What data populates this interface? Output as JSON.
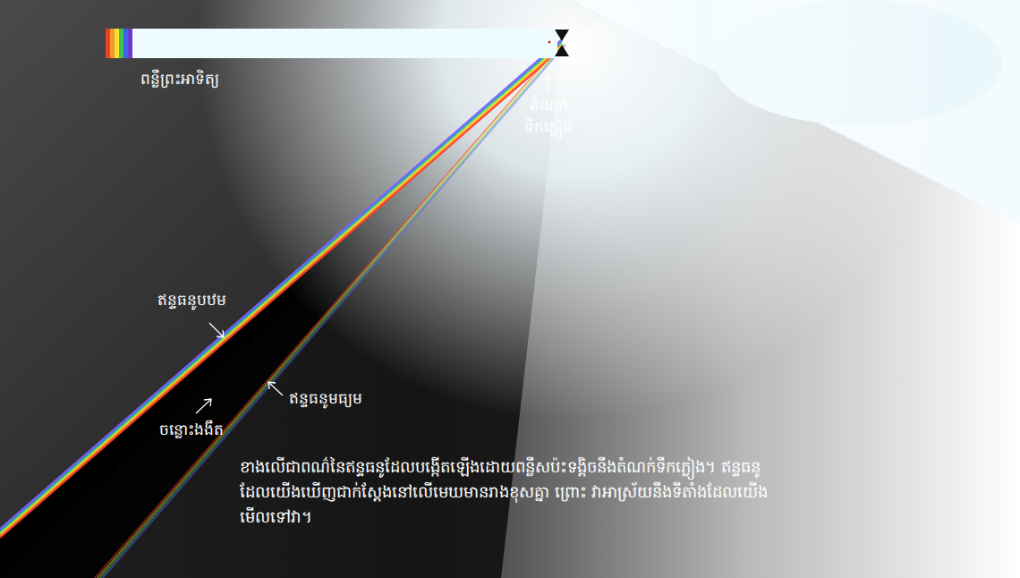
{
  "diagram": {
    "caption": "ខាងលើជាពណ៌នៃឥន្ទធនូដែលបង្កើតឡើងដោយពន្លឺសប៉ះទង្គិចនឹងតំណក់ទឹកភ្លៀង។ ឥន្ទធនូដែលយើងឃើញជាក់ស្តែងនៅលើមេឃមានរាងខុសគ្នា ព្រោះ វាអាស្រ័យនឹងទីតាំងដែលយើងមើលទៅវា។",
    "labels": [
      "ពន្លឺព្រះអាទិត្យ",
      "តំណក់ ទឹកភ្លៀង",
      "ឥន្ទធនូបឋម",
      "ឥន្ទធនូមធ្យម",
      "ចន្លោះងងឹត"
    ]
  }
}
